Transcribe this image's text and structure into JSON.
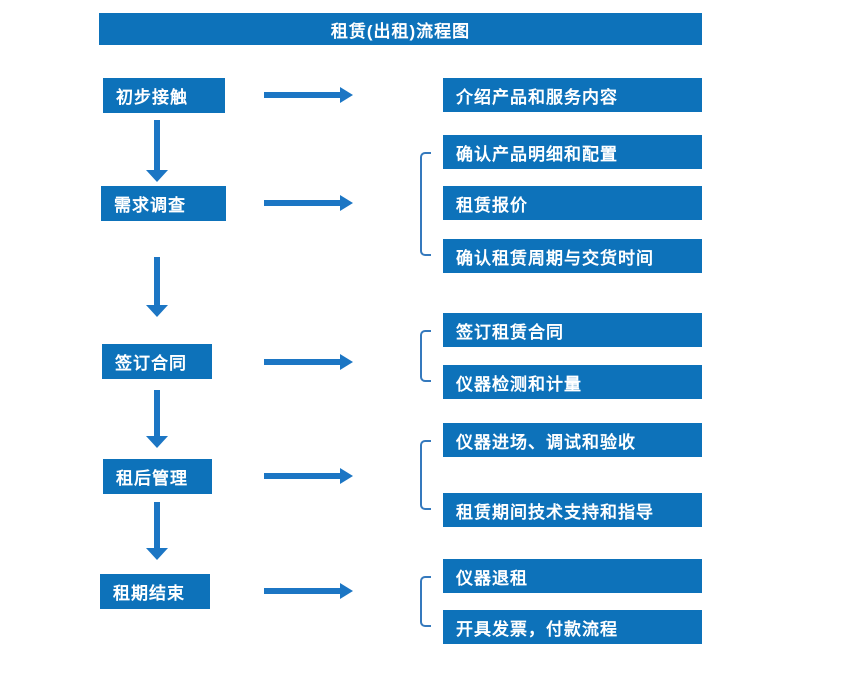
{
  "title": "租赁(出租)流程图",
  "colors": {
    "box_blue": "#0d72ba",
    "arrow_blue": "#1c76c4",
    "bracket_blue": "#3579bd",
    "text_white": "#ffffff"
  },
  "stages": [
    {
      "label": "初步接触",
      "details": [
        "介绍产品和服务内容"
      ]
    },
    {
      "label": "需求调查",
      "details": [
        "确认产品明细和配置",
        "租赁报价",
        "确认租赁周期与交货时间"
      ]
    },
    {
      "label": "签订合同",
      "details": [
        "签订租赁合同",
        "仪器检测和计量"
      ]
    },
    {
      "label": "租后管理",
      "details": [
        "仪器进场、调试和验收",
        "租赁期间技术支持和指导"
      ]
    },
    {
      "label": "租期结束",
      "details": [
        "仪器退租",
        "开具发票，付款流程"
      ]
    }
  ]
}
